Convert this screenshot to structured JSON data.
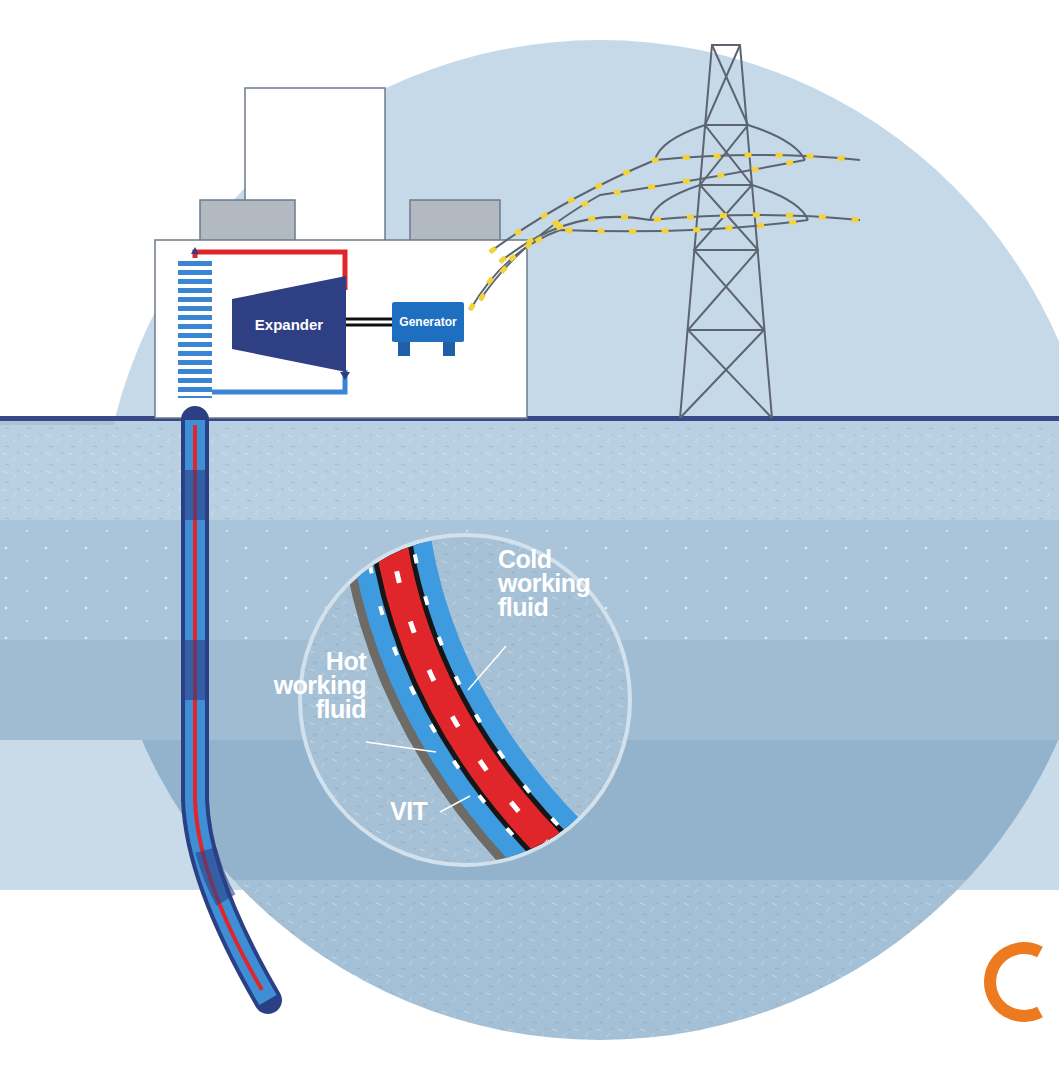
{
  "diagram": {
    "nodes": [
      {
        "text": [
          "Expander"
        ]
      },
      {
        "text": [
          "Generator"
        ]
      }
    ],
    "edges": [
      {
        "from": 0,
        "to": 1,
        "arrow": "none"
      }
    ],
    "labels": [
      "Cold working fluid",
      "Hot working fluid",
      "VIT"
    ]
  }
}
